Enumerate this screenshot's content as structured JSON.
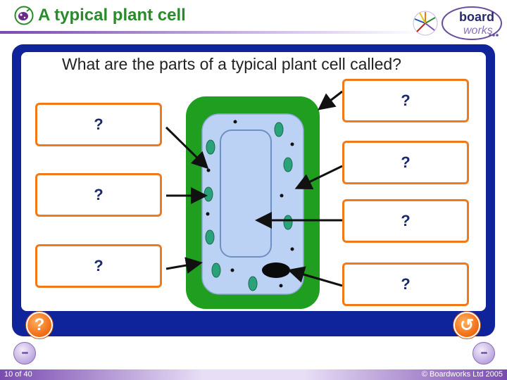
{
  "header": {
    "title": "A typical plant cell",
    "logo_word_1": "board",
    "logo_word_2": "works"
  },
  "main": {
    "question": "What are the parts of a typical plant cell called?",
    "left_labels": [
      "?",
      "?",
      "?"
    ],
    "right_labels": [
      "?",
      "?",
      "?",
      "?"
    ]
  },
  "controls": {
    "help_label": "?",
    "back_label": "↺",
    "prev_label": "•••",
    "next_label": "•••"
  },
  "footer": {
    "slide_number": "10 of 40",
    "copyright": "© Boardworks Ltd 2005"
  },
  "colors": {
    "title": "#2b8a2b",
    "frame": "#0f239a",
    "box_border": "#f07a1a",
    "cell_wall": "#1f9e1f",
    "cytoplasm": "#bcd2f4",
    "chloroplast": "#2aa37a"
  },
  "icons": {
    "title_icon": "plant-cell-icon",
    "help": "question-icon",
    "back": "undo-icon",
    "prev": "previous-slide-icon",
    "next": "next-slide-icon"
  }
}
